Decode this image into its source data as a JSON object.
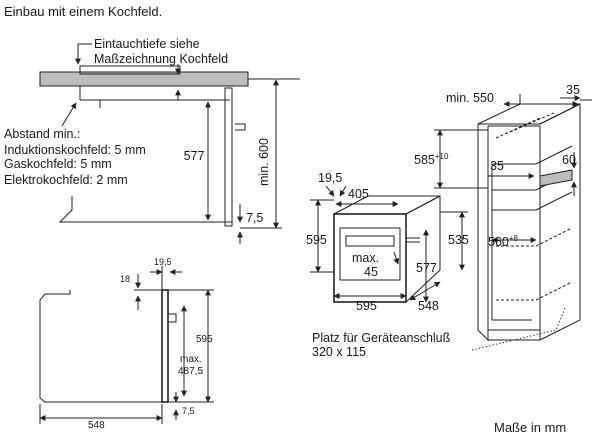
{
  "heading": "Einbau mit einem Kochfeld.",
  "note_eintauch": [
    "Eintauchtiefe siehe",
    "Maßzeichnung Kochfeld"
  ],
  "abstand": [
    "Abstand min.:",
    "Induktionskochfeld: 5 mm",
    "Gaskochfeld: 5 mm",
    "Elektrokochfeld: 2 mm"
  ],
  "dim_top": {
    "d577": "577",
    "min600": "min. 600",
    "d75": "7,5"
  },
  "dim_bottom": {
    "d195": "19,5",
    "d18": "18",
    "d595": "595",
    "max": "max.",
    "d4875": "487,5",
    "d548": "548",
    "d75": "7,5"
  },
  "dim_oven": {
    "d195": "19,5",
    "d405": "405",
    "d595v": "595",
    "max": "max.",
    "d45": "45",
    "d577": "577",
    "d535": "535",
    "d595h": "595",
    "d548": "548"
  },
  "dim_cabinet": {
    "min550": "min. 550",
    "d35a": "35",
    "d585": "585",
    "plus10": "+10",
    "d35b": "35",
    "d60": "60",
    "d560": "560",
    "plus8": "+8"
  },
  "platz": [
    "Platz für Geräteanschluß",
    "320 x 115"
  ],
  "units": "Maße in mm"
}
